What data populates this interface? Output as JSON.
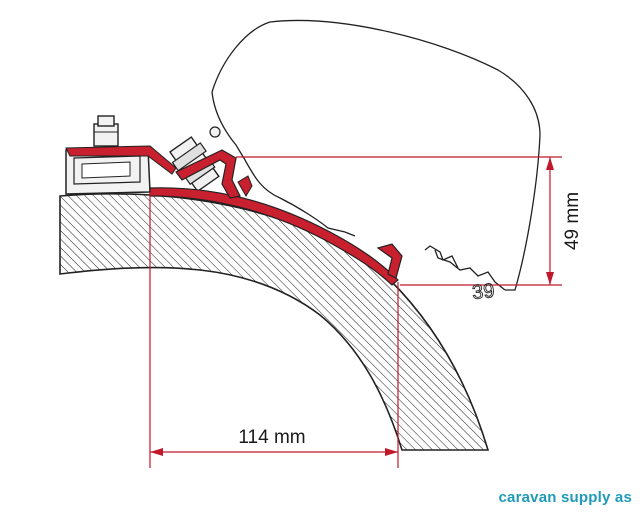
{
  "dimensions": {
    "horizontal": "114 mm",
    "vertical": "49 mm"
  },
  "part_number_label": "39",
  "watermark": "caravan supply as",
  "colors": {
    "dimension_line": "#c0182a",
    "adapter": "#c8202e",
    "wall_hatch": "#222222",
    "outline": "#222222",
    "bracket_fill": "#f2f2f2",
    "watermark": "#1f9bb8"
  }
}
